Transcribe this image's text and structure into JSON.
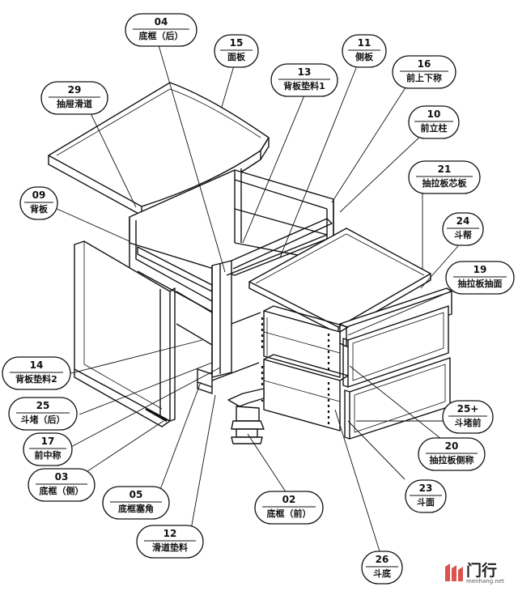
{
  "callouts": [
    {
      "num": "04",
      "name": "底框（后）",
      "key": "04"
    },
    {
      "num": "15",
      "name": "面板",
      "key": "15"
    },
    {
      "num": "11",
      "name": "侧板",
      "key": "11"
    },
    {
      "num": "13",
      "name": "背板垫料1",
      "key": "13"
    },
    {
      "num": "16",
      "name": "前上下称",
      "key": "16"
    },
    {
      "num": "29",
      "name": "抽屉滑道",
      "key": "29"
    },
    {
      "num": "10",
      "name": "前立柱",
      "key": "10"
    },
    {
      "num": "21",
      "name": "抽拉板芯板",
      "key": "21"
    },
    {
      "num": "09",
      "name": "背板",
      "key": "09"
    },
    {
      "num": "24",
      "name": "斗帮",
      "key": "24"
    },
    {
      "num": "19",
      "name": "抽拉板抽面",
      "key": "19"
    },
    {
      "num": "14",
      "name": "背板垫料2",
      "key": "14"
    },
    {
      "num": "25",
      "name": "斗堵（后）",
      "key": "25"
    },
    {
      "num": "25+",
      "name": "斗堵前",
      "key": "25p"
    },
    {
      "num": "17",
      "name": "前中称",
      "key": "17"
    },
    {
      "num": "20",
      "name": "抽拉板侧称",
      "key": "20"
    },
    {
      "num": "03",
      "name": "底框（侧）",
      "key": "03"
    },
    {
      "num": "23",
      "name": "斗面",
      "key": "23"
    },
    {
      "num": "05",
      "name": "底框塞角",
      "key": "05"
    },
    {
      "num": "02",
      "name": "底框（前）",
      "key": "02"
    },
    {
      "num": "12",
      "name": "滑道垫料",
      "key": "12"
    },
    {
      "num": "26",
      "name": "斗底",
      "key": "26"
    }
  ],
  "brand": {
    "name": "门行",
    "url": "menhang.net",
    "color": "#d9534f"
  }
}
